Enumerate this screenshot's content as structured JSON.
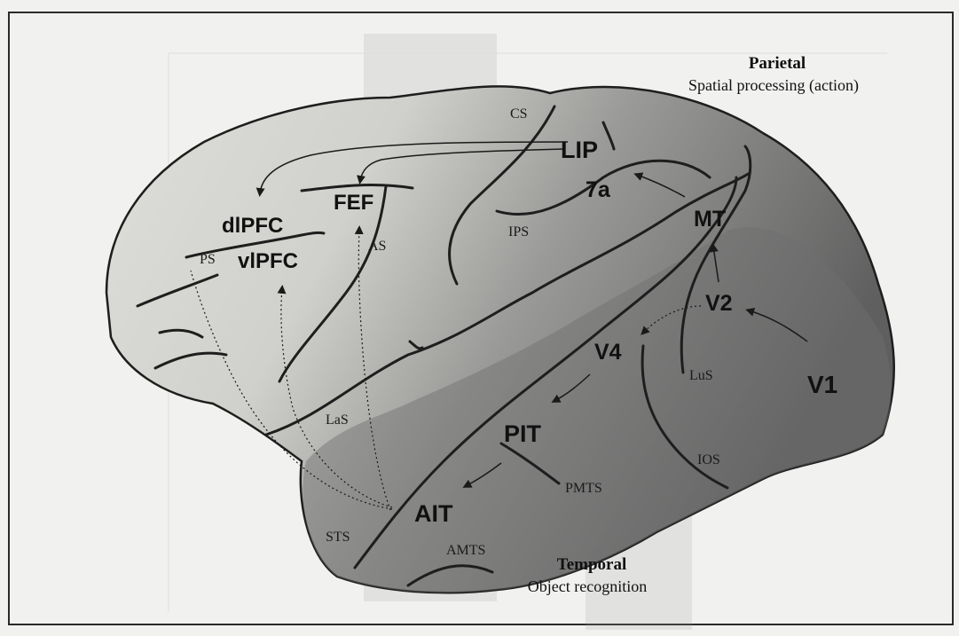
{
  "regions": {
    "lip": "LIP",
    "sevenA": "7a",
    "fef": "FEF",
    "dlpfc": "dlPFC",
    "vlpfc": "vlPFC",
    "mt": "MT",
    "v2": "V2",
    "v4": "V4",
    "v1": "V1",
    "pit": "PIT",
    "ait": "AIT"
  },
  "sulci": {
    "cs": "CS",
    "ips": "IPS",
    "as": "AS",
    "ps": "PS",
    "las": "LaS",
    "lus": "LuS",
    "ios": "IOS",
    "pmts": "PMTS",
    "sts": "STS",
    "amts": "AMTS"
  },
  "lobes": {
    "parietal": {
      "title": "Parietal",
      "subtitle": "Spatial processing (action)"
    },
    "temporal": {
      "title": "Temporal",
      "subtitle": "Object recognition"
    }
  },
  "colors": {
    "frame": "#2a2a2a",
    "cortex_light": "#dcdcd8",
    "cortex_dark": "#6c6c6c",
    "sulcus_line": "#222222"
  }
}
